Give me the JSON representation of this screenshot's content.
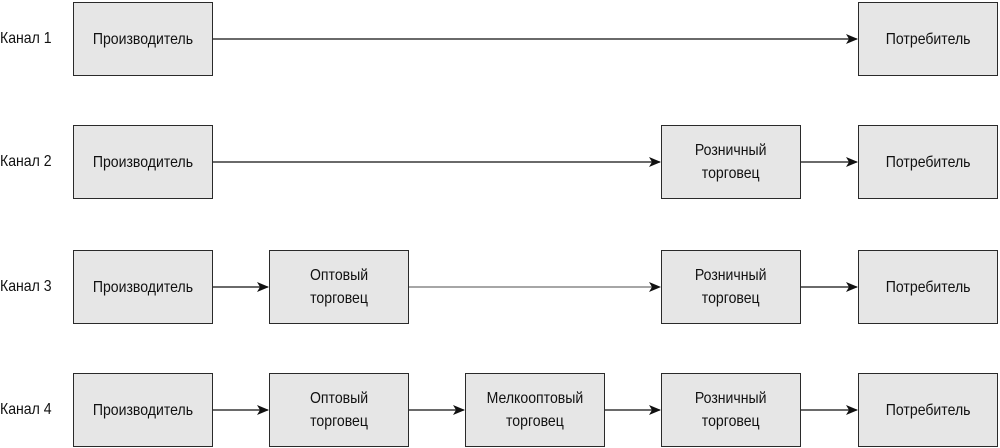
{
  "labels": {
    "producer": "Производитель",
    "wholesaler": "Оптовый\nторговец",
    "jobber": "Мелкооптовый\nторговец",
    "retailer": "Розничный\nторговец",
    "consumer": "Потребитель"
  },
  "channels": [
    {
      "label": "Канал 1",
      "nodes": [
        "producer",
        "consumer"
      ]
    },
    {
      "label": "Канал 2",
      "nodes": [
        "producer",
        "retailer",
        "consumer"
      ]
    },
    {
      "label": "Канал 3",
      "nodes": [
        "producer",
        "wholesaler",
        "retailer",
        "consumer"
      ]
    },
    {
      "label": "Канал 4",
      "nodes": [
        "producer",
        "wholesaler",
        "jobber",
        "retailer",
        "consumer"
      ]
    }
  ],
  "colors": {
    "box_fill": "#e6e6e6",
    "box_border": "#2a2a2a",
    "arrow": "#111111"
  }
}
